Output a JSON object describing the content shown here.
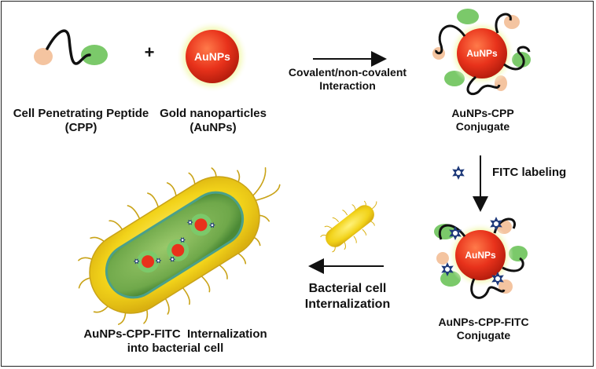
{
  "colors": {
    "gold_core": "#e8321b",
    "gold_glow": "#e6f27a",
    "peptide_head": "#f4c4a0",
    "peptide_tail": "#7bc96a",
    "fitc": "#1f3a7a",
    "bacterium": "#f2d31a",
    "bacterium_inner": "#6fa84a",
    "arrow": "#111111"
  },
  "labels": {
    "cpp_line1": "Cell Penetrating Peptide",
    "cpp_line2": "(CPP)",
    "plus": "+",
    "aunps_line1": "Gold nanoparticles",
    "aunps_line2": "(AuNPs)",
    "nanoparticle": "AuNPs",
    "interaction_line1": "Covalent/non-covalent",
    "interaction_line2": "Interaction",
    "conjugate1_line1": "AuNPs-CPP",
    "conjugate1_line2": "Conjugate",
    "fitc_labeling": "FITC labeling",
    "conjugate2_line1": "AuNPs-CPP-FITC",
    "conjugate2_line2": "Conjugate",
    "internalization_line1": "Bacterial cell",
    "internalization_line2": "Internalization",
    "result_line1": "AuNPs-CPP-FITC  Internalization",
    "result_line2": "into bacterial cell"
  },
  "icons": {
    "peptide": "peptide-chain-icon",
    "nanoparticle": "gold-nanoparticle-icon",
    "fitc": "fitc-star-icon",
    "bacterium": "bacterium-icon"
  }
}
